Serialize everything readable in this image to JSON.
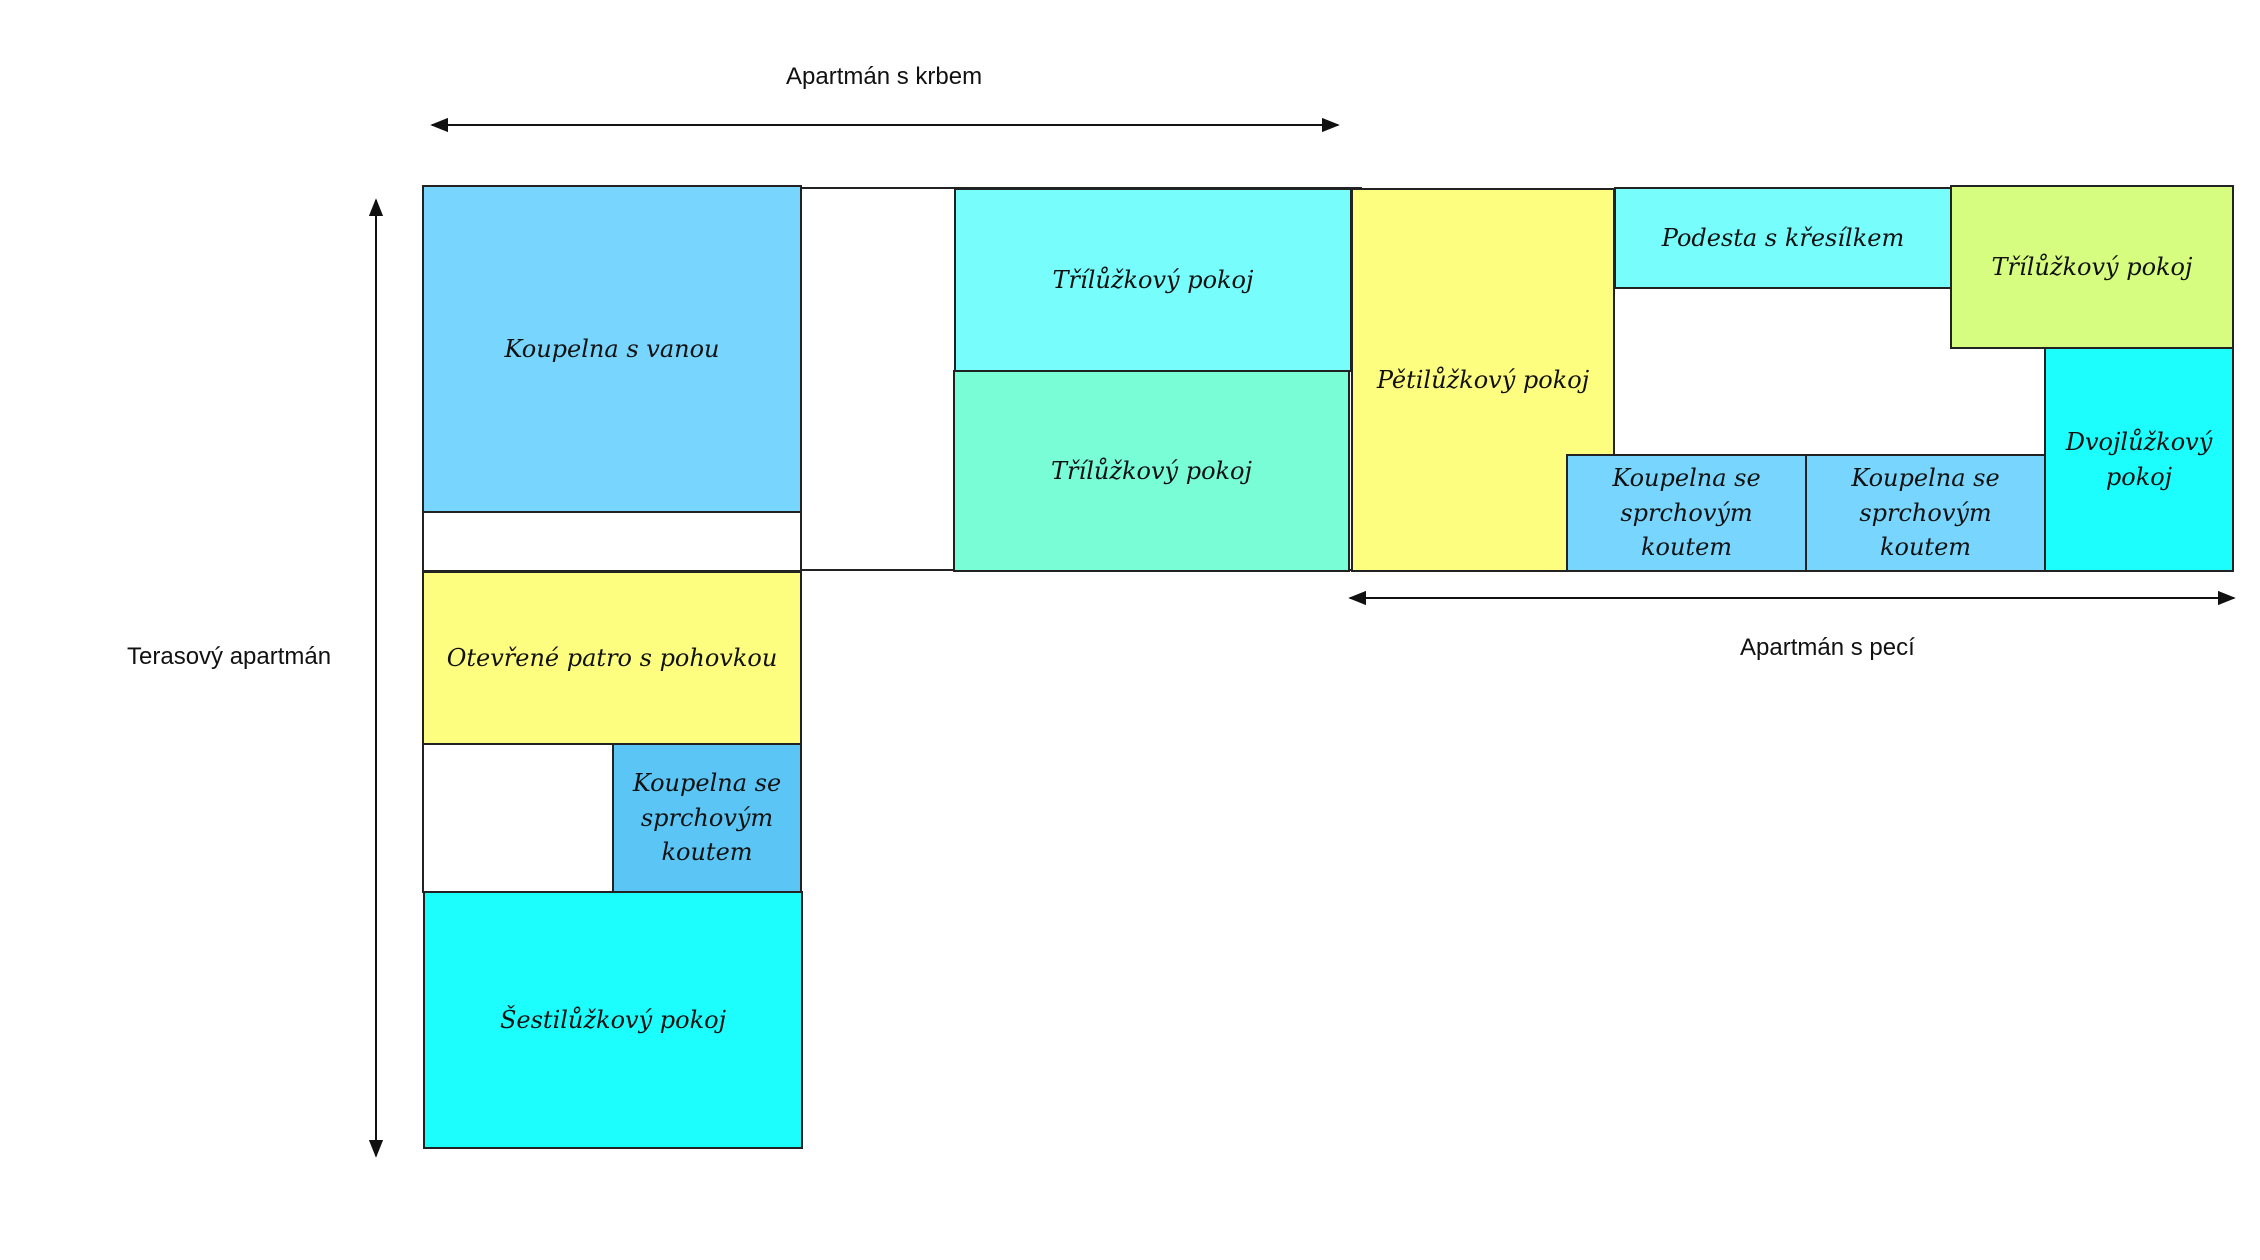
{
  "apartments": {
    "fireplace": "Apartmán s krbem",
    "terrace": "Terasový apartmán",
    "stove": "Apartmán s pecí"
  },
  "rooms": {
    "bath_tub": "Koupelna s vanou",
    "open_floor": "Otevřené patro s pohovkou",
    "shower_left": "Koupelna se sprchovým koutem",
    "six_bed": "Šestilůžkový pokoj",
    "three_bed_top": "Třílůžkový pokoj",
    "three_bed_bottom": "Třílůžkový pokoj",
    "five_bed": "Pětilůžkový pokoj",
    "landing": "Podesta s křesílkem",
    "three_bed_right": "Třílůžkový pokoj",
    "double": "Dvojlůžkový pokoj",
    "shower_mid1": "Koupelna se sprchovým koutem",
    "shower_mid2": "Koupelna se sprchovým koutem"
  },
  "colors": {
    "light_blue": "#78d5fd",
    "cyan_light": "#78fdfd",
    "mint": "#78fdd6",
    "yellow": "#fdfd80",
    "lime": "#d6fd80",
    "cyan": "#1cfdfd",
    "blue_mid": "#5bc6f5"
  }
}
